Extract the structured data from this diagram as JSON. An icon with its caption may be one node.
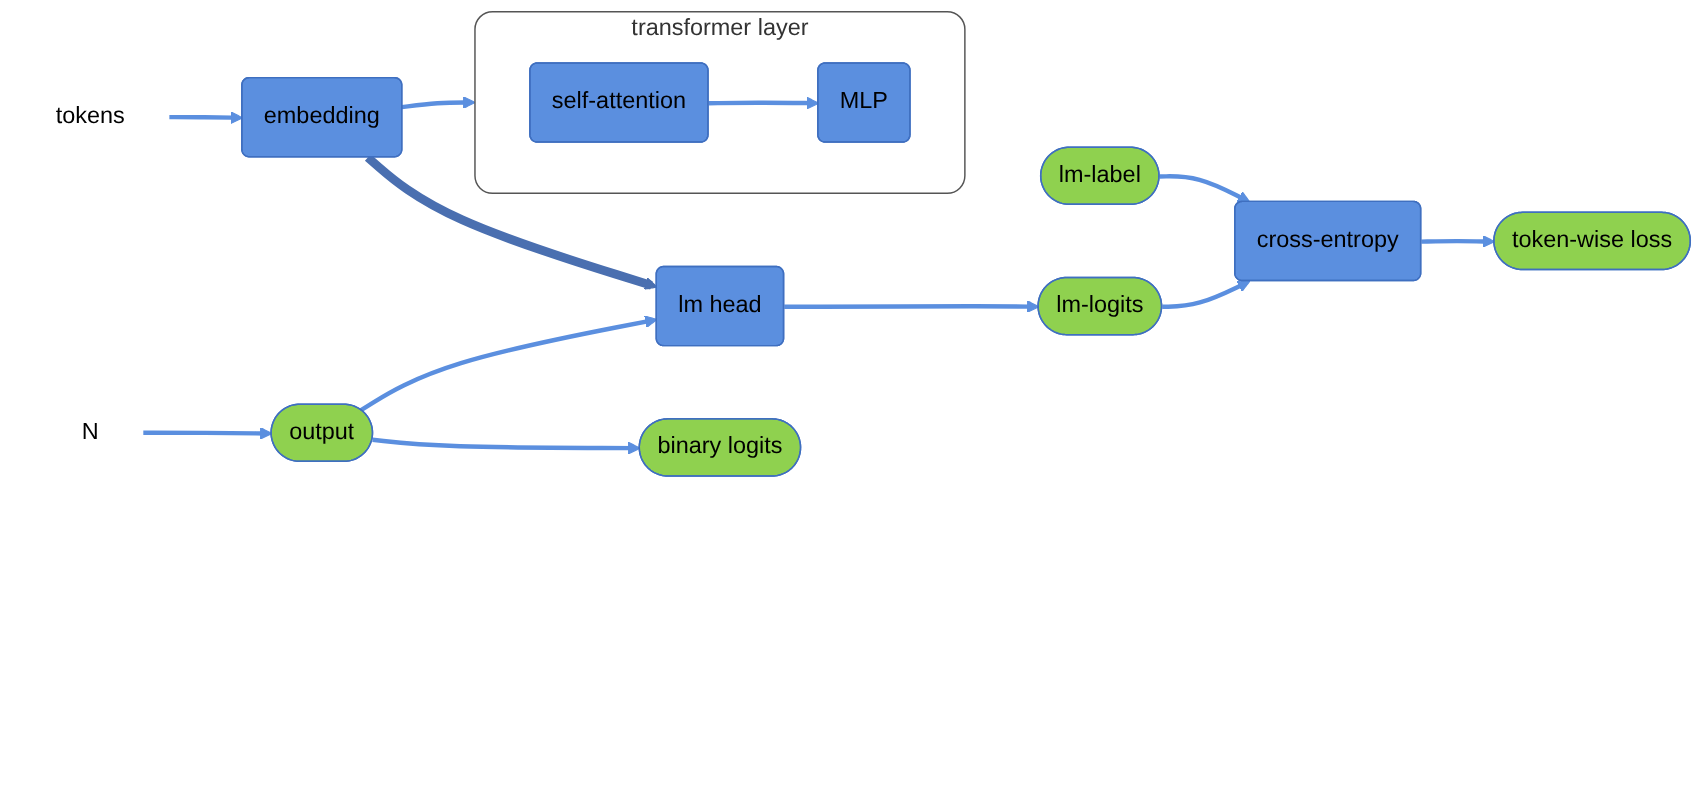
{
  "diagram": {
    "nodes": [
      {
        "text": [
          "tokens"
        ]
      },
      {
        "text": [
          "embedding"
        ]
      },
      {
        "text": [
          "transformer layer"
        ]
      },
      {
        "text": [
          "self-attention"
        ],
        "in": 2
      },
      {
        "text": [
          "MLP"
        ],
        "in": 2
      },
      {
        "text": [
          "N"
        ]
      },
      {
        "text": [
          "output"
        ]
      },
      {
        "text": [
          "binary logits"
        ]
      },
      {
        "text": [
          "lm head"
        ]
      },
      {
        "text": [
          "lm-label"
        ]
      },
      {
        "text": [
          "lm-logits"
        ]
      },
      {
        "text": [
          "cross-entropy"
        ]
      },
      {
        "text": [
          "token-wise loss"
        ]
      }
    ],
    "edges": [
      {
        "from": 0,
        "to": 1,
        "arrow": "to"
      },
      {
        "from": 1,
        "to": 2,
        "arrow": "to"
      },
      {
        "from": 3,
        "to": 4,
        "arrow": "to"
      },
      {
        "from": 5,
        "to": 6,
        "arrow": "to"
      },
      {
        "from": 6,
        "to": 7,
        "arrow": "to"
      },
      {
        "from": 6,
        "to": 8,
        "arrow": "to"
      },
      {
        "from": 8,
        "to": 10,
        "arrow": "to"
      },
      {
        "from": 9,
        "to": 11,
        "arrow": "to"
      },
      {
        "from": 10,
        "to": 11,
        "arrow": "to"
      },
      {
        "from": 11,
        "to": 12,
        "arrow": "to"
      },
      {
        "from": 1,
        "to": 8,
        "arrow": "to",
        "style": "thick",
        "color": "#4a6fb0"
      }
    ]
  }
}
